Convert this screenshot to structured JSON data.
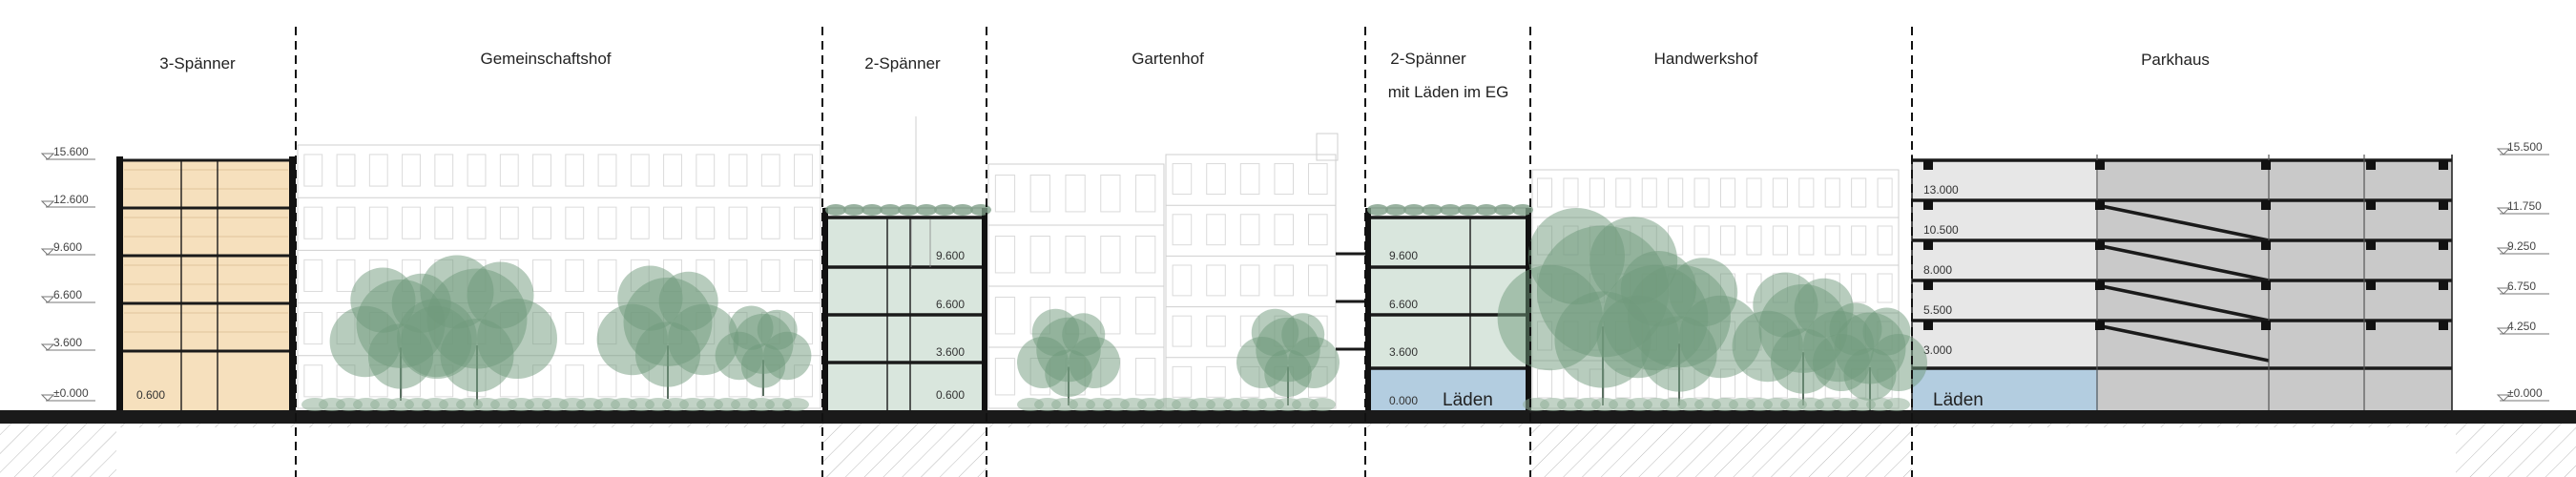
{
  "zones": [
    {
      "id": "zone-3-spaenner",
      "title": "3-Spänner"
    },
    {
      "id": "zone-gemeinschaftshof",
      "title": "Gemeinschaftshof"
    },
    {
      "id": "zone-2-spaenner-a",
      "title": "2-Spänner"
    },
    {
      "id": "zone-gartenhof",
      "title": "Gartenhof"
    },
    {
      "id": "zone-2-spaenner-b",
      "title": "2-Spänner",
      "subtitle": "mit Läden im EG"
    },
    {
      "id": "zone-handwerkshof",
      "title": "Handwerkshof"
    },
    {
      "id": "zone-parkhaus",
      "title": "Parkhaus"
    }
  ],
  "elevations_left": [
    "15.600",
    "12.600",
    "9.600",
    "6.600",
    "3.600",
    "±0.000"
  ],
  "elevations_right": [
    "15.500",
    "11.750",
    "9.250",
    "6.750",
    "4.250",
    "±0.000"
  ],
  "levels": {
    "spaenner3": [
      "0.600"
    ],
    "spaenner2a": [
      "9.600",
      "6.600",
      "3.600",
      "0.600"
    ],
    "spaenner2b": [
      "9.600",
      "6.600",
      "3.600",
      "0.000"
    ],
    "parkhaus": [
      "13.000",
      "10.500",
      "8.000",
      "5.500",
      "3.000"
    ]
  },
  "shops": {
    "spaenner2b": "Läden",
    "parkhaus": "Läden"
  },
  "colors": {
    "residential_3spaenner": "#f6e0bd",
    "residential_2spaenner": "#d9e6dd",
    "shops": "#b3cde0",
    "parking": "#c9c9c9",
    "tree": "#6f9a7c",
    "structure": "#111111"
  }
}
